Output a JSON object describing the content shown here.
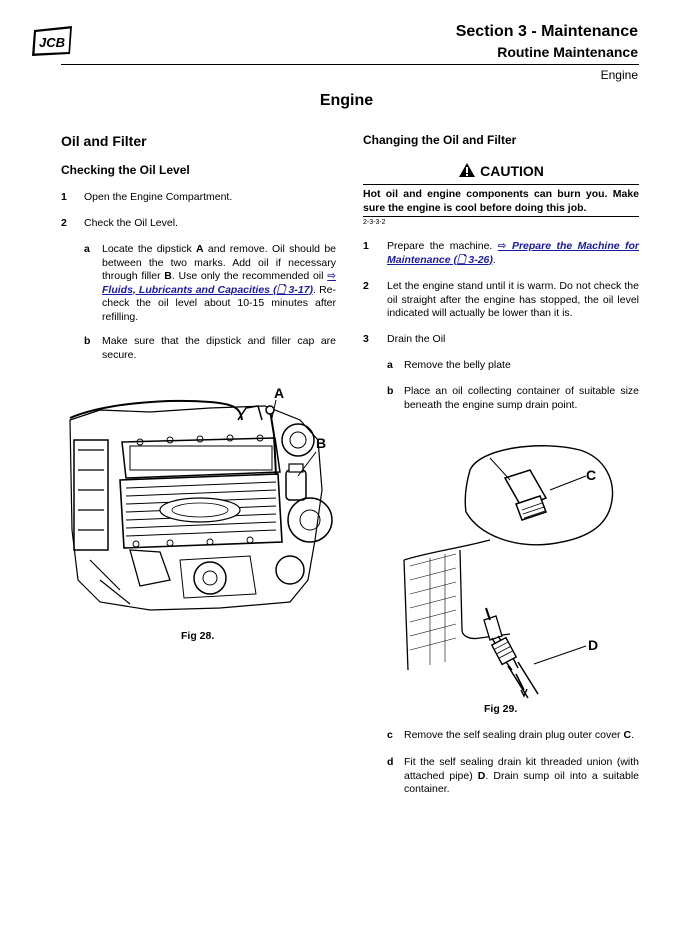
{
  "header": {
    "logo_text": "JCB",
    "section": "Section 3 - Maintenance",
    "subsection": "Routine Maintenance",
    "topic": "Engine"
  },
  "page_title": "Engine",
  "left": {
    "heading": "Oil and Filter",
    "subheading": "Checking the Oil Level",
    "steps": [
      {
        "num": "1",
        "text": "Open the Engine Compartment."
      },
      {
        "num": "2",
        "text": "Check the Oil Level."
      }
    ],
    "substeps": {
      "a": {
        "letter": "a",
        "t1": "Locate the dipstick ",
        "b1": "A",
        "t2": " and remove. Oil should be between the two marks. Add oil if necessary through filler ",
        "b2": "B",
        "t3": ". Use only the recommended oil ",
        "link": "⇨ Fluids, Lubricants and Capacities (🗋 3-17)",
        "t4": ". Re-check the oil level about 10-15 minutes after refilling."
      },
      "b": {
        "letter": "b",
        "text": "Make sure that the dipstick and filler cap are secure."
      }
    },
    "figure": {
      "label_a": "A",
      "label_b": "B",
      "caption": "Fig 28."
    }
  },
  "right": {
    "heading": "Changing the Oil and Filter",
    "caution": {
      "title": "CAUTION",
      "text": "Hot oil and engine components can burn you. Make sure the engine is cool before doing this job.",
      "code": "2-3-3-2"
    },
    "step1": {
      "num": "1",
      "t1": "Prepare the machine. ",
      "link": "⇨ Prepare the Machine for Maintenance (🗋 3-26)",
      "t2": "."
    },
    "step2": {
      "num": "2",
      "text": "Let the engine stand until it is warm. Do not check the oil straight after the engine has stopped, the oil level indicated will actually be lower than it is."
    },
    "step3": {
      "num": "3",
      "text": "Drain the Oil"
    },
    "sub_a": {
      "letter": "a",
      "text": "Remove the belly plate"
    },
    "sub_b": {
      "letter": "b",
      "text": "Place an oil collecting container of suitable size beneath the engine sump drain point."
    },
    "figure": {
      "label_c": "C",
      "label_d": "D",
      "caption": "Fig 29."
    },
    "sub_c": {
      "letter": "c",
      "t1": "Remove the self sealing drain plug outer cover ",
      "b1": "C",
      "t2": "."
    },
    "sub_d": {
      "letter": "d",
      "t1": "Fit the self sealing drain kit threaded union (with attached pipe) ",
      "b1": "D",
      "t2": ". Drain sump oil into a suitable container."
    }
  }
}
